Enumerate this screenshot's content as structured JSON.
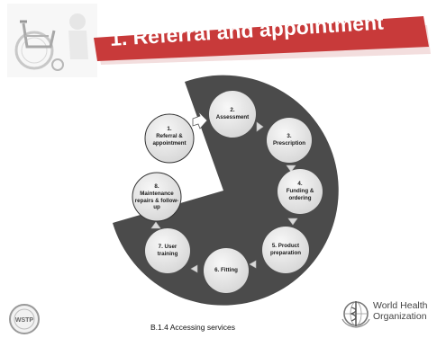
{
  "slide": {
    "title": "1. Referral and appointment",
    "footer": "B.1.4  Accessing services",
    "who_logo_line1": "World Health",
    "who_logo_line2": "Organization",
    "wstp_logo_text": "WSTP"
  },
  "steps": [
    {
      "num": "1.",
      "label": "Referral & appointment"
    },
    {
      "num": "2.",
      "label": "Assessment"
    },
    {
      "num": "3.",
      "label": "Prescription"
    },
    {
      "num": "4.",
      "label": "Funding & ordering"
    },
    {
      "num": "5. Product",
      "label": "preparation"
    },
    {
      "num": "",
      "label": "6. Fitting"
    },
    {
      "num": "7. User",
      "label": "training"
    },
    {
      "num": "8.",
      "label": "Maintenance repairs & follow-up"
    }
  ],
  "colors": {
    "banner": "#c83a3a",
    "banner_shadow": "#f0d8d8",
    "wheel": "#4a4a4a",
    "node_fill": "#e2e2e2",
    "node_highlight": "#f4f4f4"
  }
}
